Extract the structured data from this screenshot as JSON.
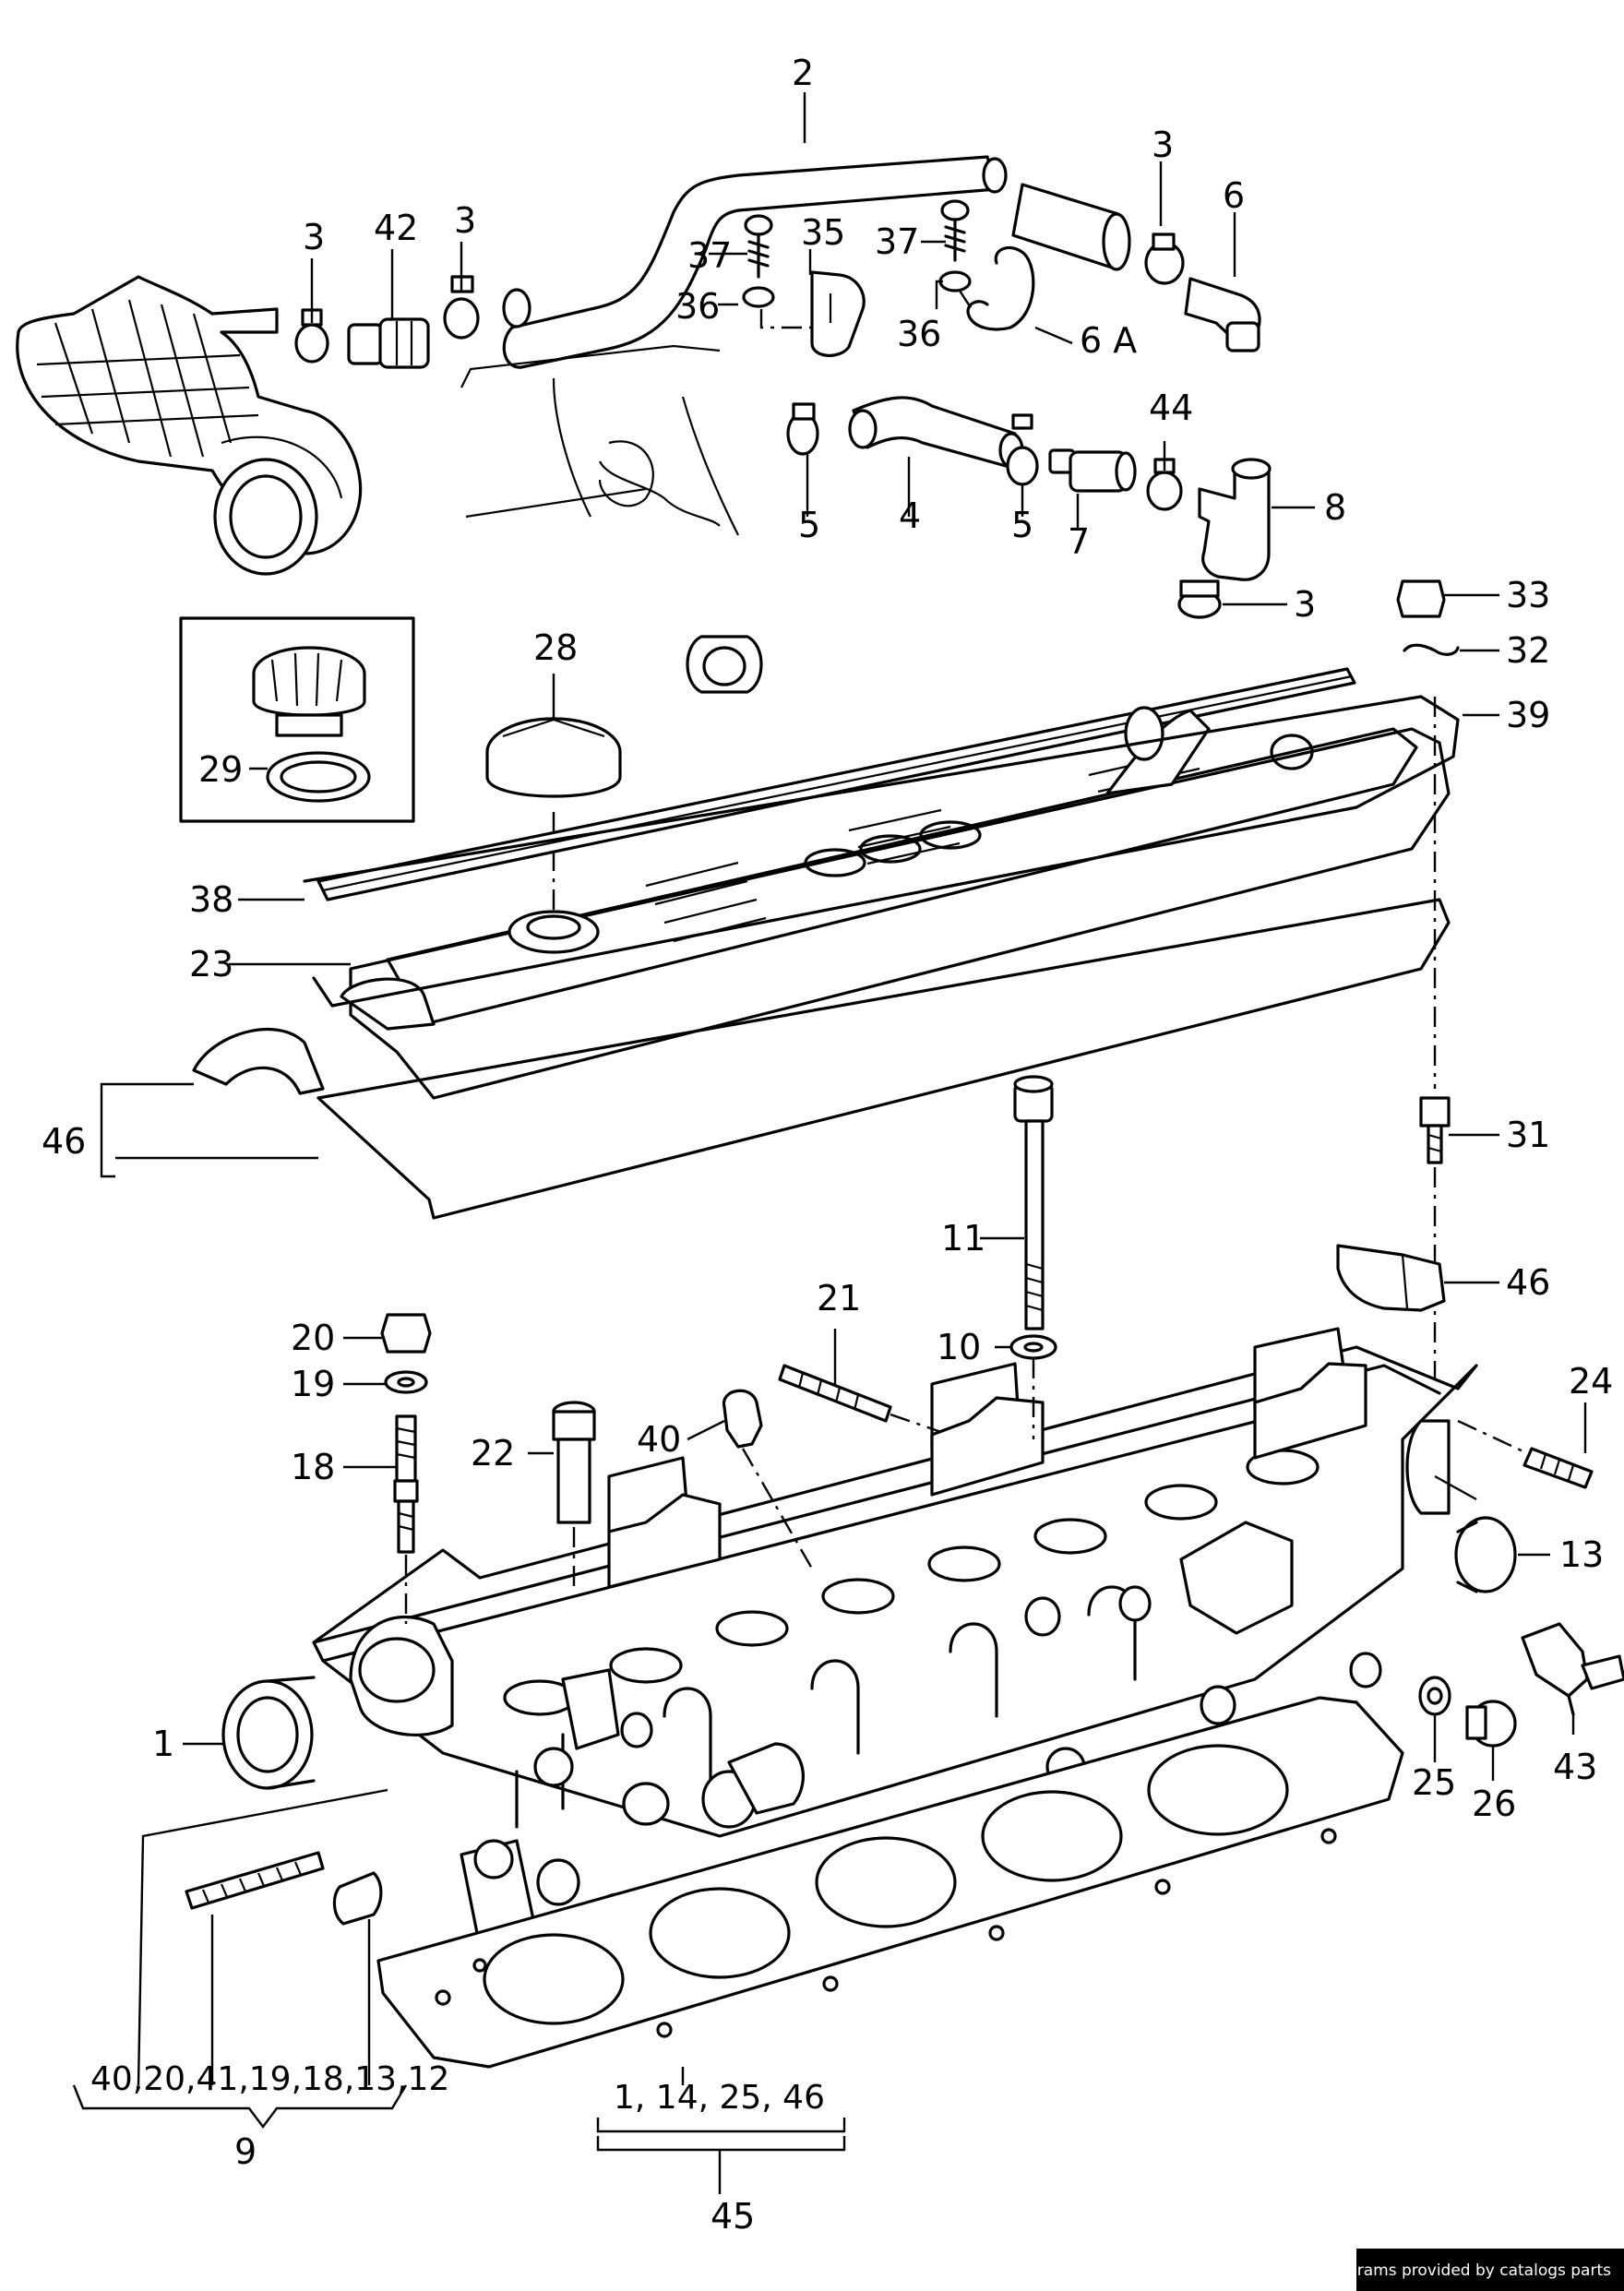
{
  "callouts": {
    "c1": "1",
    "c2": "2",
    "c3a": "3",
    "c3b": "3",
    "c3c": "3",
    "c3d": "3",
    "c4": "4",
    "c5a": "5",
    "c5b": "5",
    "c6": "6",
    "c6a": "6 A",
    "c7": "7",
    "c8": "8",
    "c9": "9",
    "c10": "10",
    "c11": "11",
    "c13": "13",
    "c18": "18",
    "c19": "19",
    "c20": "20",
    "c21": "21",
    "c22": "22",
    "c23": "23",
    "c24": "24",
    "c25": "25",
    "c26": "26",
    "c28": "28",
    "c29": "29",
    "c31": "31",
    "c32": "32",
    "c33": "33",
    "c35": "35",
    "c36a": "36",
    "c36b": "36",
    "c37a": "37",
    "c37b": "37",
    "c38": "38",
    "c39": "39",
    "c40": "40",
    "c42": "42",
    "c43": "43",
    "c44": "44",
    "c45": "45",
    "c46a": "46",
    "c46b": "46",
    "group9": "40,20,41,19,18,13,12",
    "group45": "1, 14, 25, 46"
  },
  "credit": "Diagrams provided by catalogs parts"
}
